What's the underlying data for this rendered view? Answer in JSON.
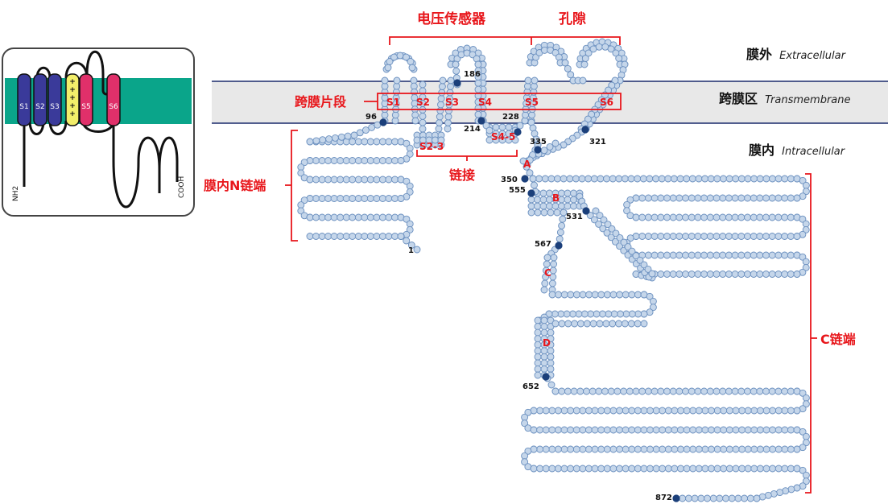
{
  "zones": {
    "extracellular": {
      "cn": "膜外",
      "en": "Extracellular"
    },
    "transmembrane": {
      "cn": "跨膜区",
      "en": "Transmembrane"
    },
    "intracellular": {
      "cn": "膜内",
      "en": "Intracellular"
    }
  },
  "labels": {
    "voltage_sensor": "电压传感器",
    "pore": "孔隙",
    "tm_segments": "跨膜片段",
    "linker": "链接",
    "n_term": "膜内N链端",
    "c_term": "C链端"
  },
  "segments": [
    "S1",
    "S2",
    "S3",
    "S4",
    "S5",
    "S6"
  ],
  "linkers": {
    "s2_3": "S2-3",
    "s4_5": "S4-5"
  },
  "domains": {
    "a": "A",
    "b": "B",
    "c": "C",
    "d": "D"
  },
  "residues": {
    "r1": "1",
    "r96": "96",
    "r186": "186",
    "r214": "214",
    "r228": "228",
    "r321": "321",
    "r335": "335",
    "r350": "350",
    "r555": "555",
    "r531": "531",
    "r567": "567",
    "r652": "652",
    "r872": "872"
  },
  "inset": {
    "segments": [
      "S1",
      "S2",
      "S3",
      "S4",
      "S5",
      "S6"
    ],
    "s4_charges": "+",
    "nh2": "NH2",
    "cooh": "COOH"
  },
  "colors": {
    "membrane_inset": "#0aa58a",
    "membrane_band": "#e8e8e8",
    "membrane_line": "#1a2a6c",
    "bead_fill": "#c5d6ea",
    "bead_stroke": "#6a8fbf",
    "marker": "#1b3f7a",
    "accent": "#e8161b",
    "helix_blue": "#3a3a9a",
    "helix_yellow": "#f2ee6a",
    "helix_pink": "#e0306a"
  }
}
